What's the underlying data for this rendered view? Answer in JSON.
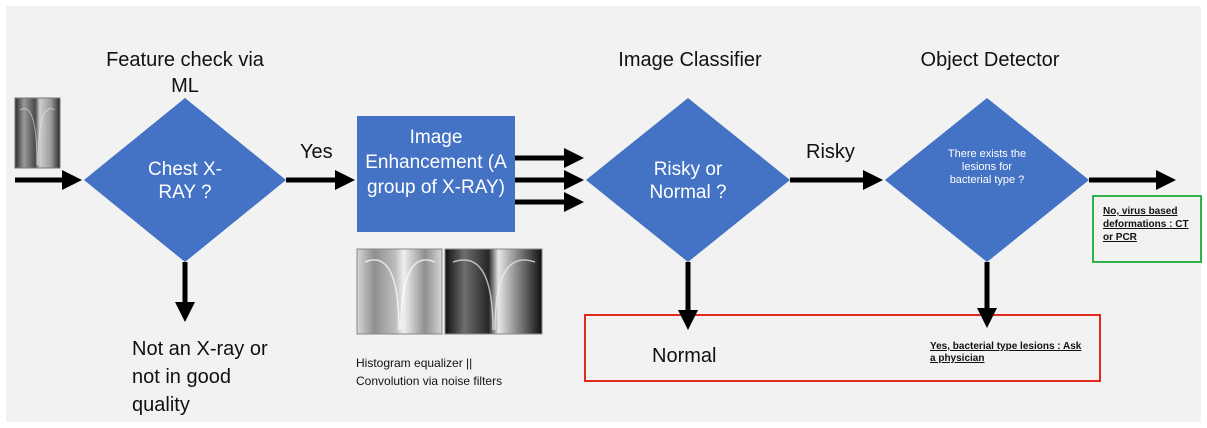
{
  "headings": {
    "feature_check": "Feature check via ML",
    "image_classifier": "Image Classifier",
    "object_detector": "Object Detector"
  },
  "nodes": {
    "chest_xray": "Chest X-RAY ?",
    "enhancement": "Image Enhancement (A group of X-RAY)",
    "risky_normal": "Risky or Normal ?",
    "lesions": "There exists the lesions for bacterial type ?"
  },
  "edges": {
    "yes": "Yes",
    "risky": "Risky"
  },
  "outcomes": {
    "not_xray": "Not an X-ray or not in good quality",
    "normal": "Normal",
    "bacterial": "Yes, bacterial type lesions : Ask a physician",
    "virus": "No, virus based deformations : CT or PCR"
  },
  "captions": {
    "enhancement_methods": "Histogram equalizer || Convolution via noise filters"
  },
  "colors": {
    "node_fill": "#4472c4",
    "node_text": "#ffffff",
    "normal_box_border": "#e0291f",
    "virus_box_border": "#2db34a",
    "panel_bg": "#f2f2f2"
  }
}
